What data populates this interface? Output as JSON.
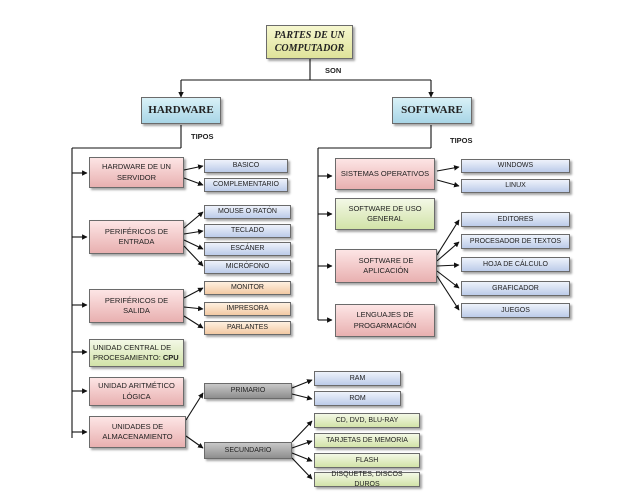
{
  "root": "PARTES DE UN COMPUTADOR",
  "edge_label": "SON",
  "hardware": {
    "title": "HARDWARE",
    "types_label": "TIPOS",
    "servidor": {
      "label": "HARDWARE DE UN SERVIDOR",
      "items": [
        "BASICO",
        "COMPLEMENTARIO"
      ]
    },
    "entrada": {
      "label": "PERIFÉRICOS DE ENTRADA",
      "items": [
        "MOUSE O RATÓN",
        "TECLADO",
        "ESCÁNER",
        "MICRÓFONO"
      ]
    },
    "salida": {
      "label": "PERIFÉRICOS DE SALIDA",
      "items": [
        "MONITOR",
        "IMPRESORA",
        "PARLANTES"
      ]
    },
    "cpu": {
      "label": "UNIDAD CENTRAL DE PROCESAMIENTO:",
      "label_bold": "CPU"
    },
    "alu": {
      "label": "UNIDAD ARITMÉTICO LÓGICA"
    },
    "almacenamiento": {
      "label": "UNIDADES DE ALMACENAMIENTO",
      "primario": {
        "label": "PRIMARIO",
        "items": [
          "RAM",
          "ROM"
        ]
      },
      "secundario": {
        "label": "SECUNDARIO",
        "items": [
          "CD, DVD, BLU-RAY",
          "TARJETAS DE MEMORIA",
          "FLASH",
          "DISQUETES, DISCOS DUROS"
        ]
      }
    }
  },
  "software": {
    "title": "SOFTWARE",
    "types_label": "TIPOS",
    "sistemas": {
      "label": "SISTEMAS OPERATIVOS",
      "items": [
        "WINDOWS",
        "LINUX"
      ]
    },
    "general": {
      "label": "SOFTWARE DE USO GENERAL"
    },
    "aplicacion": {
      "label": "SOFTWARE DE APLICACIÓN",
      "items": [
        "EDITORES",
        "PROCESADOR DE TEXTOS",
        "HOJA DE CÁLCULO",
        "GRAFICADOR",
        "JUEGOS"
      ]
    },
    "lenguajes": {
      "label": "LENGUAJES DE PROGARMACIÓN"
    }
  }
}
